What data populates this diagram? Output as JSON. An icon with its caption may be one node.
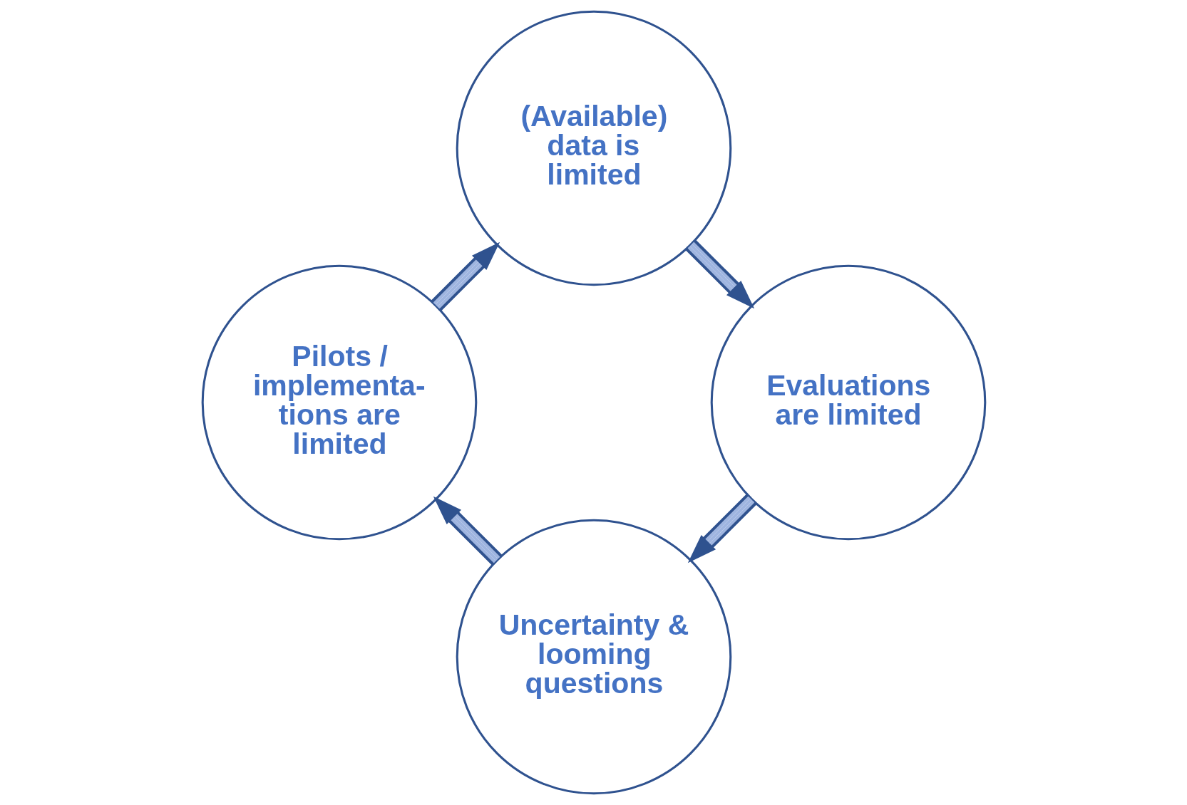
{
  "diagram": {
    "nodes": [
      {
        "text": [
          "Uncertainty & looming questions"
        ]
      },
      {
        "text": [
          "Evaluations are limited"
        ]
      },
      {
        "text": [
          "Pilots / implementa- tions are limited"
        ]
      },
      {
        "text": [
          "(Available) data is limited"
        ]
      }
    ],
    "edges": [
      {
        "from": 1,
        "to": 0,
        "arrow": "to"
      },
      {
        "from": 0,
        "to": 2,
        "arrow": "to"
      },
      {
        "from": 2,
        "to": 3,
        "arrow": "to"
      },
      {
        "from": 3,
        "to": 1,
        "arrow": "to"
      }
    ]
  }
}
